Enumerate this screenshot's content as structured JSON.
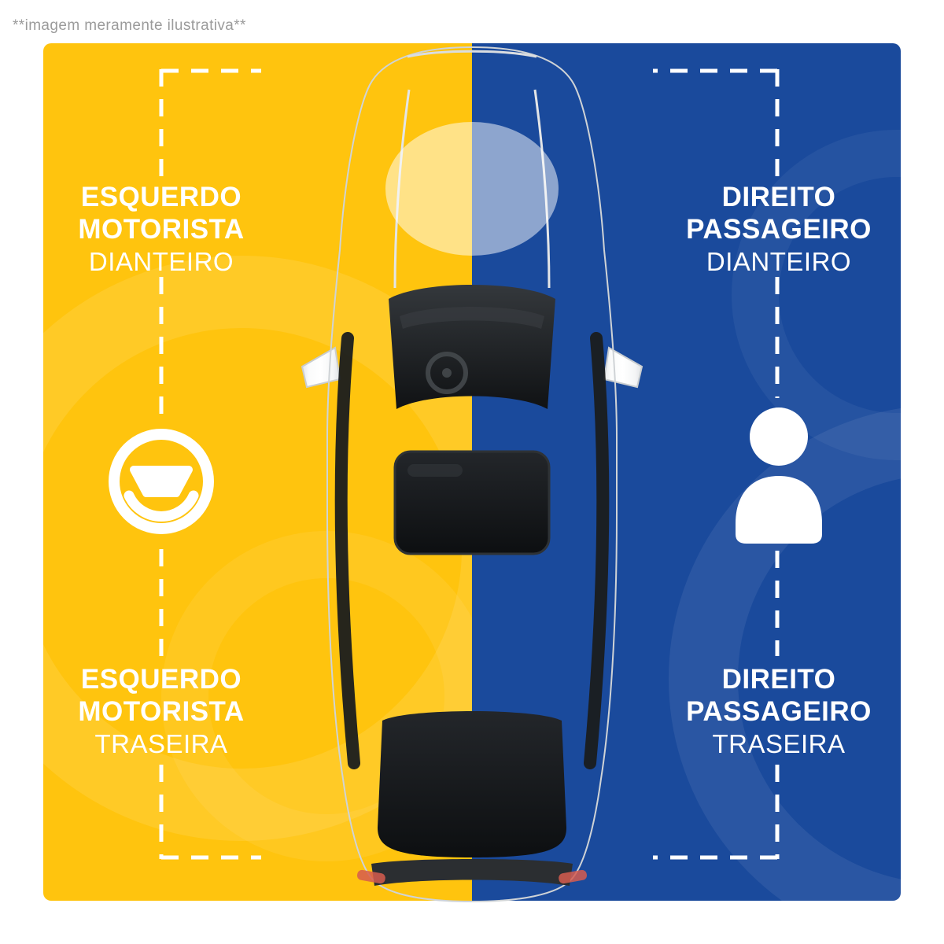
{
  "disclaimer": "**imagem meramente ilustrativa**",
  "colors": {
    "left_panel": "#FFC40E",
    "right_panel": "#1A4A9C",
    "label_text": "#FFFFFF",
    "disclaimer_text": "#9B9B9B",
    "dashed_line": "#FFFFFF"
  },
  "labels": {
    "front_left": {
      "line1": "ESQUERDO",
      "line2": "MOTORISTA",
      "line3": "DIANTEIRO"
    },
    "front_right": {
      "line1": "DIREITO",
      "line2": "PASSAGEIRO",
      "line3": "DIANTEIRO"
    },
    "rear_left": {
      "line1": "ESQUERDO",
      "line2": "MOTORISTA",
      "line3": "TRASEIRA"
    },
    "rear_right": {
      "line1": "DIREITO",
      "line2": "PASSAGEIRO",
      "line3": "TRASEIRA"
    }
  },
  "icons": {
    "driver_side": "steering-wheel-icon",
    "passenger_side": "passenger-icon"
  },
  "subject": "white sedan top view"
}
